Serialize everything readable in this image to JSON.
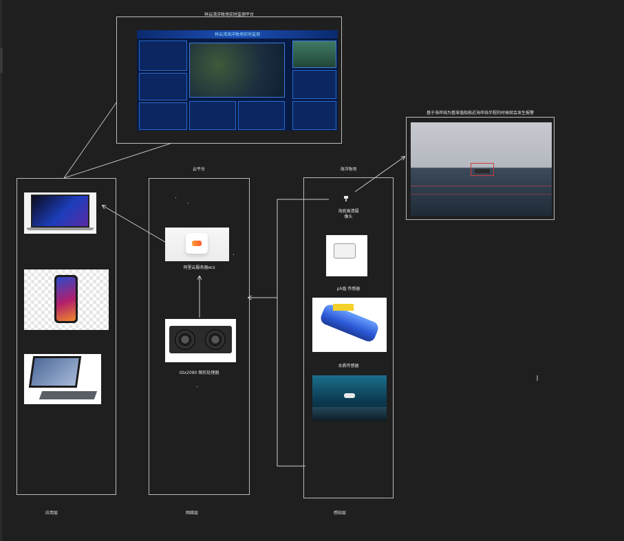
{
  "dashboard": {
    "caption": "祥云湾洋牧场实时监测平台",
    "screen_title": "祥云湾海洋牧场实时监测"
  },
  "alert": {
    "caption": "基于海岸线为基准值船舶近海岸线半程的时候就会发生报警"
  },
  "layers": {
    "cloud_platform": "云平台",
    "ocean_ranch": "海洋牧场",
    "application": "应用层",
    "network": "网络层",
    "perception": "感知层"
  },
  "devices": {
    "ecs_label": "阿里云服务器ecs",
    "gpu_label": "Gtx2080 图形处理器",
    "camera_label_line1": "海底高清摄",
    "camera_label_line2": "像头",
    "ph_sensor_label": "ph值 传感器",
    "water_sensor_label": "水质传感器"
  }
}
